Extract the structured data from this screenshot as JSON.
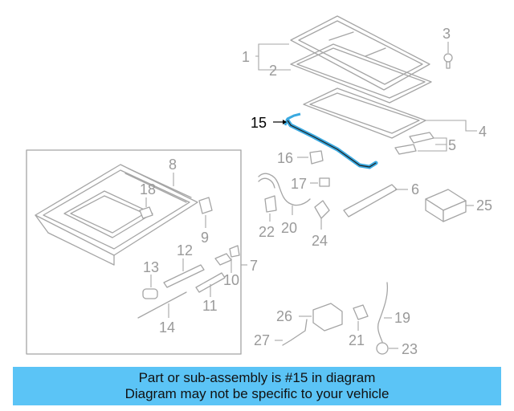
{
  "diagram": {
    "callouts": [
      "1",
      "2",
      "3",
      "4",
      "5",
      "6",
      "7",
      "8",
      "9",
      "10",
      "11",
      "12",
      "13",
      "14",
      "15",
      "16",
      "17",
      "18",
      "19",
      "20",
      "21",
      "22",
      "23",
      "24",
      "25",
      "26",
      "27"
    ],
    "highlighted_part": "15"
  },
  "banner": {
    "line1": "Part or sub-assembly is #15 in diagram",
    "line2": "Diagram may not be specific to your vehicle",
    "color": "#5bc4f6"
  },
  "colors": {
    "diagram_line": "#a5a5a5",
    "highlight_part": "#3aa9e0",
    "highlight_label": "#000000"
  }
}
